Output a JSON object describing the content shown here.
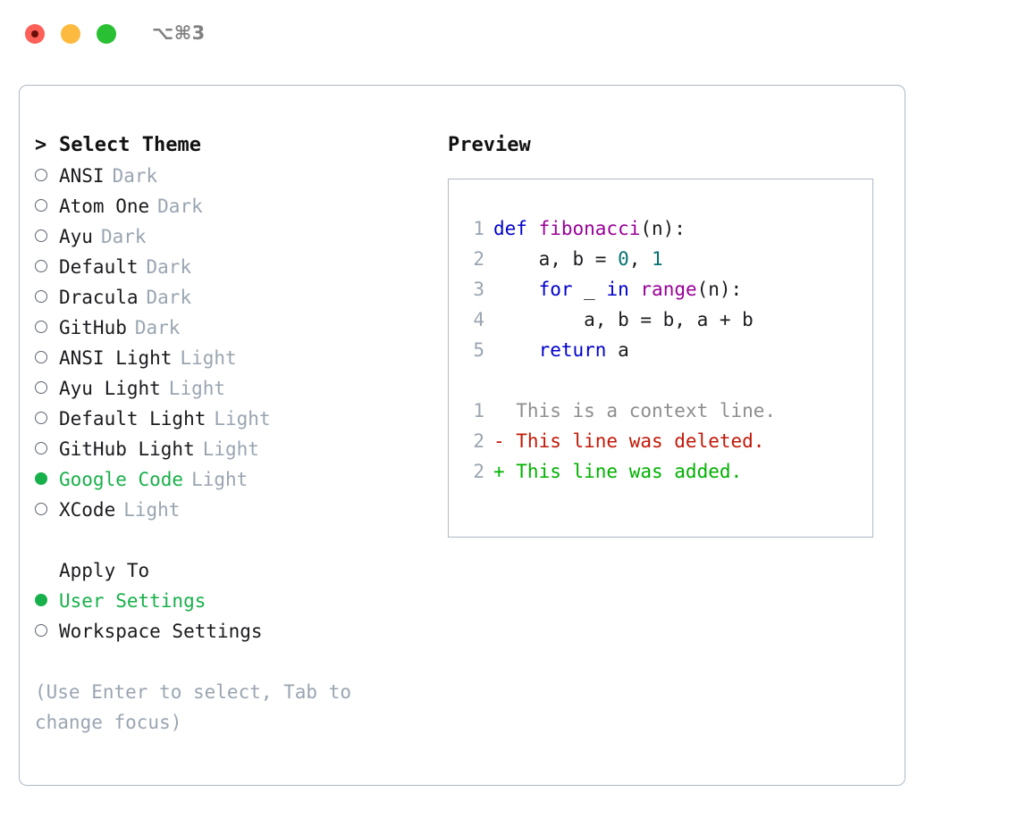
{
  "window": {
    "shortcut": "⌥⌘3",
    "traffic_lights": [
      {
        "name": "close",
        "color": "#fc6058"
      },
      {
        "name": "minimize",
        "color": "#fcbb40"
      },
      {
        "name": "zoom",
        "color": "#2ac033"
      }
    ]
  },
  "theme_picker": {
    "header_marker": ">",
    "header_label": "Select Theme",
    "items": [
      {
        "marker": "o",
        "name": "ANSI",
        "category": "Dark",
        "selected": false
      },
      {
        "marker": "o",
        "name": "Atom One",
        "category": "Dark",
        "selected": false
      },
      {
        "marker": "o",
        "name": "Ayu",
        "category": "Dark",
        "selected": false
      },
      {
        "marker": "o",
        "name": "Default",
        "category": "Dark",
        "selected": false
      },
      {
        "marker": "o",
        "name": "Dracula",
        "category": "Dark",
        "selected": false
      },
      {
        "marker": "o",
        "name": "GitHub",
        "category": "Dark",
        "selected": false
      },
      {
        "marker": "o",
        "name": "ANSI Light",
        "category": "Light",
        "selected": false
      },
      {
        "marker": "o",
        "name": "Ayu Light",
        "category": "Light",
        "selected": false
      },
      {
        "marker": "o",
        "name": "Default Light",
        "category": "Light",
        "selected": false
      },
      {
        "marker": "o",
        "name": "GitHub Light",
        "category": "Light",
        "selected": false
      },
      {
        "marker": "●",
        "name": "Google Code",
        "category": "Light",
        "selected": true
      },
      {
        "marker": "o",
        "name": "XCode",
        "category": "Light",
        "selected": false
      }
    ]
  },
  "apply_to": {
    "header_label": "Apply To",
    "options": [
      {
        "marker": "●",
        "label": "User Settings",
        "selected": true
      },
      {
        "marker": "o",
        "label": "Workspace Settings",
        "selected": false
      }
    ]
  },
  "hint": {
    "text": "(Use Enter to select, Tab to change focus)"
  },
  "preview": {
    "title": "Preview",
    "code_lines": [
      {
        "number": "1",
        "tokens": [
          {
            "t": "def ",
            "c": "kw"
          },
          {
            "t": "fibonacci",
            "c": "fn"
          },
          {
            "t": "(n):",
            "c": "plain"
          }
        ]
      },
      {
        "number": "2",
        "tokens": [
          {
            "t": "    a, b = ",
            "c": "plain"
          },
          {
            "t": "0",
            "c": "num"
          },
          {
            "t": ", ",
            "c": "plain"
          },
          {
            "t": "1",
            "c": "num"
          }
        ]
      },
      {
        "number": "3",
        "tokens": [
          {
            "t": "    ",
            "c": "plain"
          },
          {
            "t": "for",
            "c": "kw"
          },
          {
            "t": " _ ",
            "c": "plain"
          },
          {
            "t": "in",
            "c": "kw"
          },
          {
            "t": " ",
            "c": "plain"
          },
          {
            "t": "range",
            "c": "fn"
          },
          {
            "t": "(n):",
            "c": "plain"
          }
        ]
      },
      {
        "number": "4",
        "tokens": [
          {
            "t": "        a, b = b, a + b",
            "c": "plain"
          }
        ]
      },
      {
        "number": "5",
        "tokens": [
          {
            "t": "    ",
            "c": "plain"
          },
          {
            "t": "return",
            "c": "kw"
          },
          {
            "t": " a",
            "c": "plain"
          }
        ]
      }
    ],
    "diff_lines": [
      {
        "number": "1",
        "prefix": "  ",
        "text": "This is a context line.",
        "kind": "ctx"
      },
      {
        "number": "2",
        "prefix": "- ",
        "text": "This line was deleted.",
        "kind": "del"
      },
      {
        "number": "2",
        "prefix": "+ ",
        "text": "This line was added.",
        "kind": "add"
      }
    ]
  },
  "colors": {
    "selected_green": "#18b04a",
    "muted_gray": "#9aa5b1",
    "keyword_blue": "#0000cc",
    "function_magenta": "#990099",
    "number_teal": "#067070",
    "diff_delete_red": "#c21807",
    "diff_add_green": "#00b100",
    "panel_border": "#aeb8c4"
  }
}
